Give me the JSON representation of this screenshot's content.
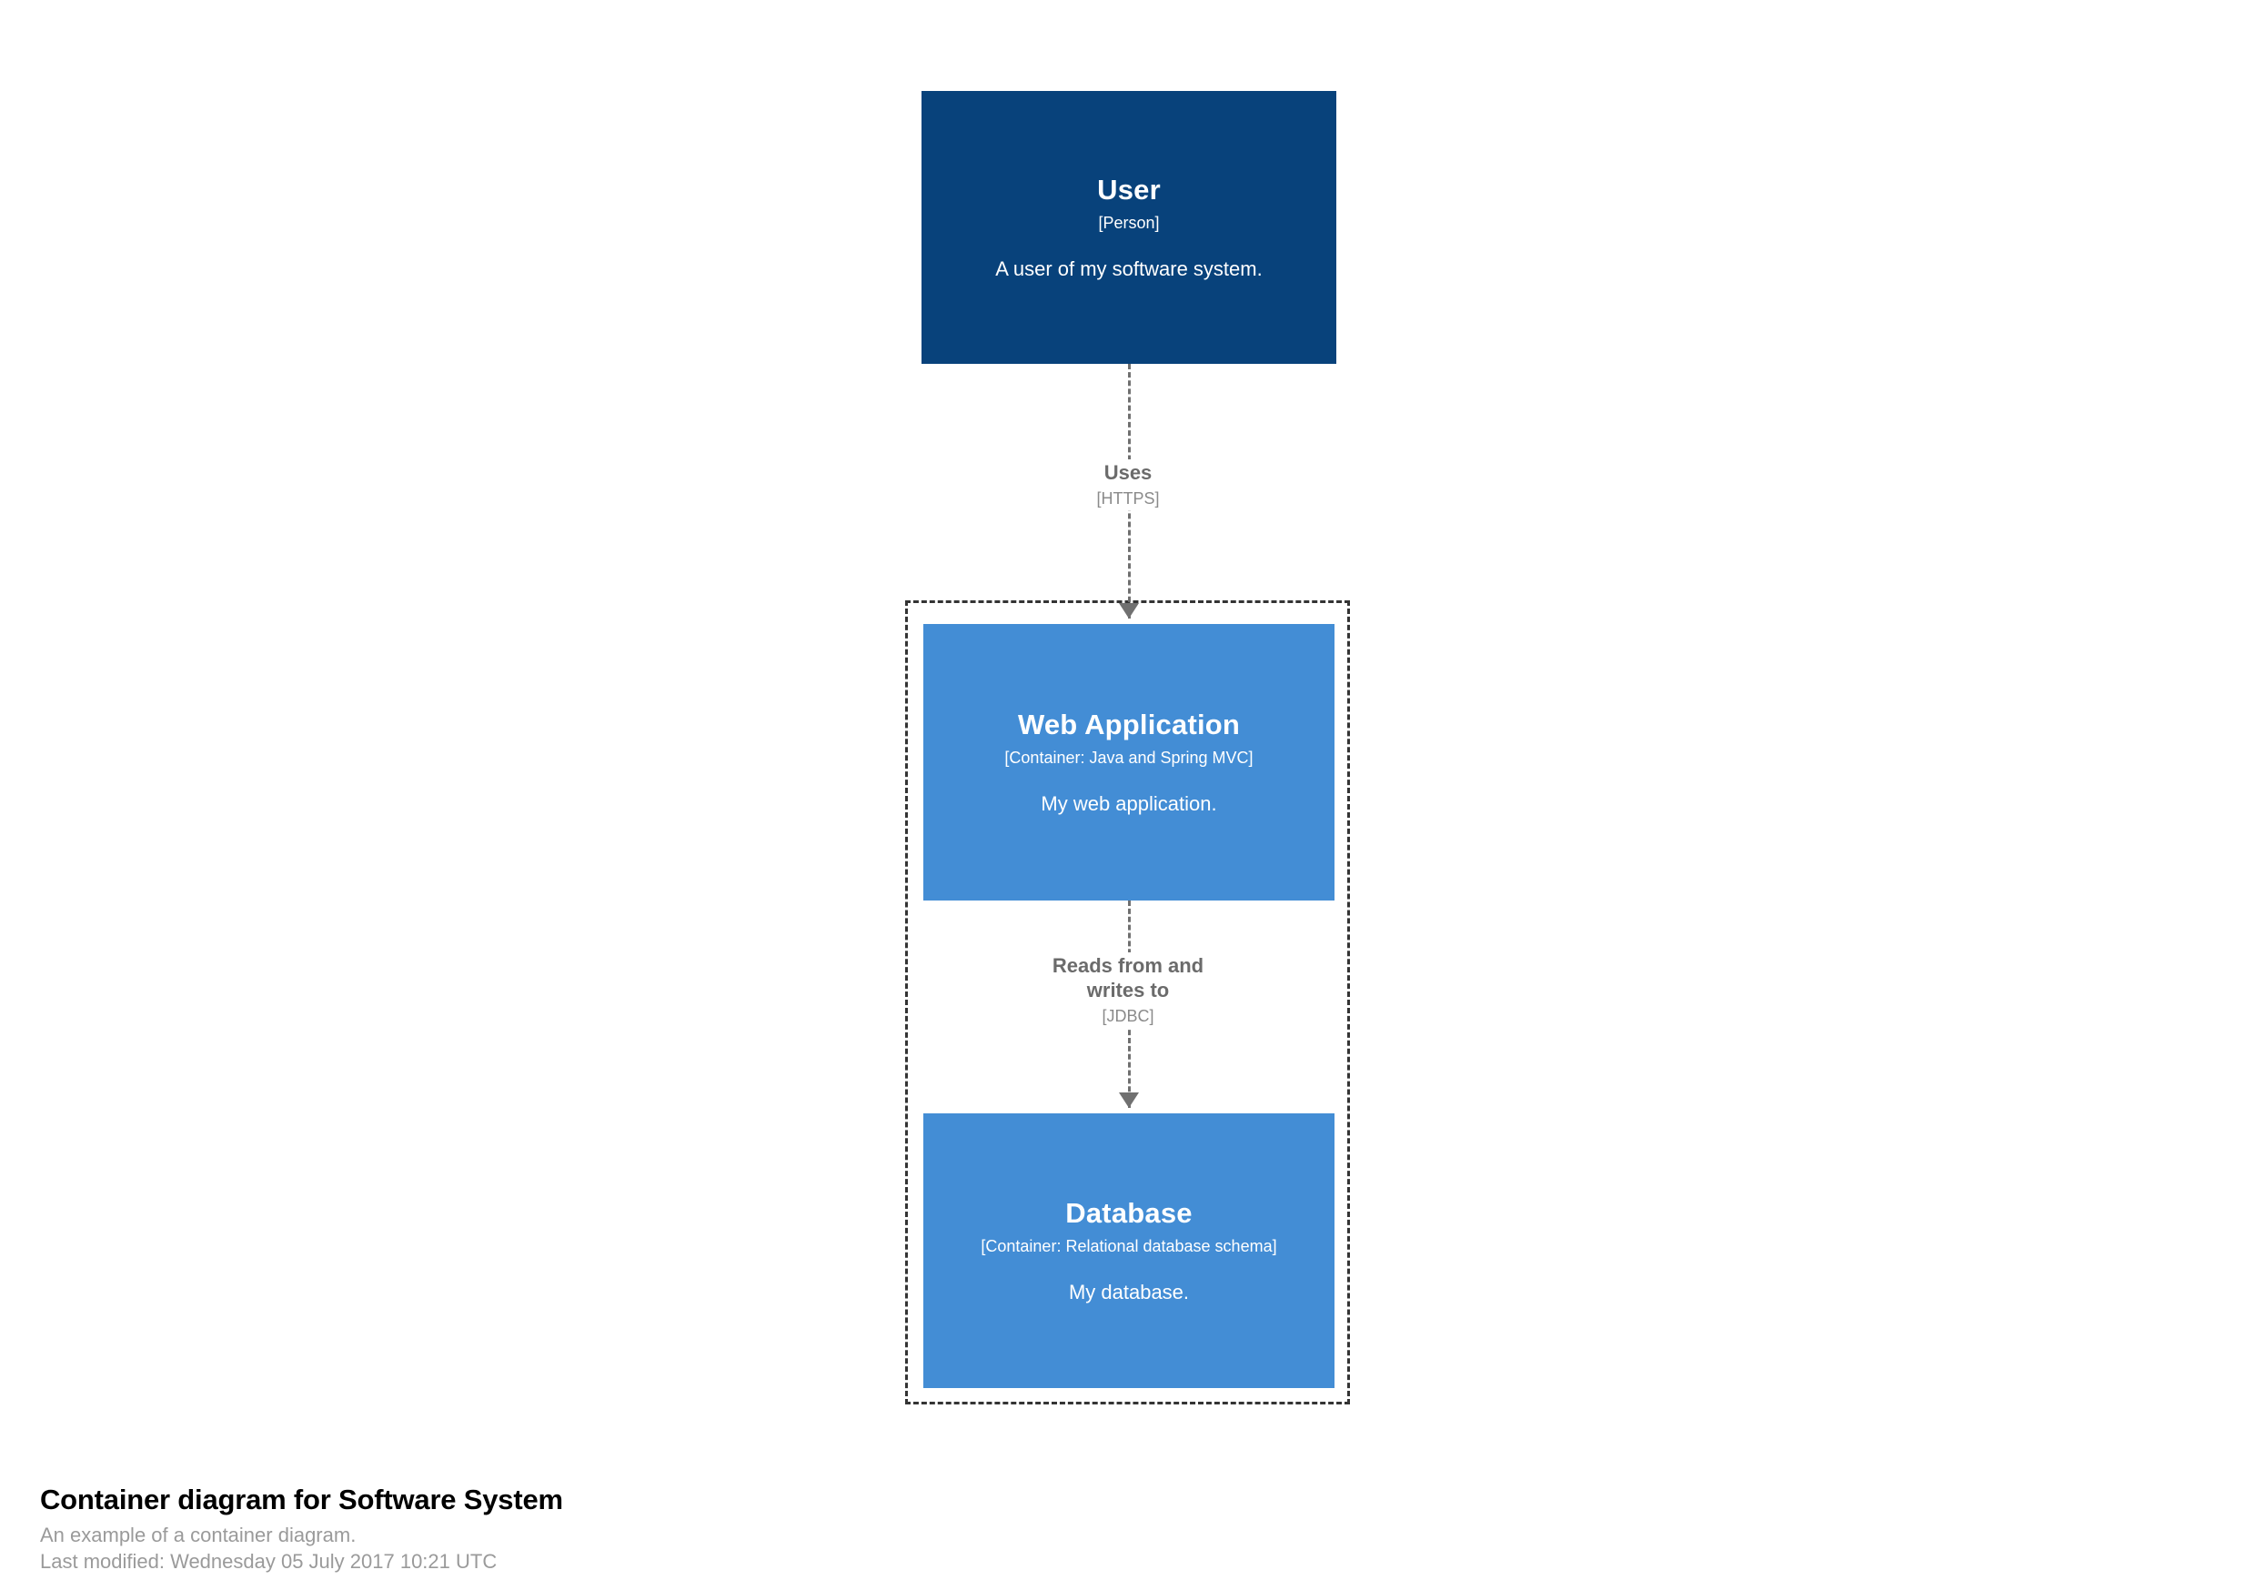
{
  "diagram": {
    "type": "c4-container-diagram",
    "background_color": "#ffffff",
    "nodes": [
      {
        "id": "user",
        "name": "User",
        "meta": "[Person]",
        "description": "A user of my software system.",
        "shape": "box",
        "color": "#08427B",
        "text_color": "#ffffff",
        "inside_boundary": false
      },
      {
        "id": "webapp",
        "name": "Web Application",
        "meta": "[Container: Java and Spring MVC]",
        "description": "My web application.",
        "shape": "box",
        "color": "#438DD5",
        "text_color": "#ffffff",
        "inside_boundary": true
      },
      {
        "id": "database",
        "name": "Database",
        "meta": "[Container: Relational database schema]",
        "description": "My database.",
        "shape": "box",
        "color": "#438DD5",
        "text_color": "#ffffff",
        "inside_boundary": true
      }
    ],
    "boundary": {
      "id": "software-system",
      "style": "dashed",
      "border_color": "#343434",
      "label": ""
    },
    "relationships": [
      {
        "id": "uses",
        "from": "user",
        "to": "webapp",
        "description": "Uses",
        "technology": "[HTTPS]",
        "style": "dashed",
        "color": "#707070",
        "direction": "down"
      },
      {
        "id": "reads-writes",
        "from": "webapp",
        "to": "database",
        "description": "Reads from and\nwrites to",
        "technology": "[JDBC]",
        "style": "dashed",
        "color": "#707070",
        "direction": "down"
      }
    ]
  },
  "caption": {
    "title": "Container diagram for Software System",
    "subtitle": "An example of a container diagram.",
    "last_modified": "Last modified: Wednesday 05 July 2017 10:21 UTC"
  }
}
